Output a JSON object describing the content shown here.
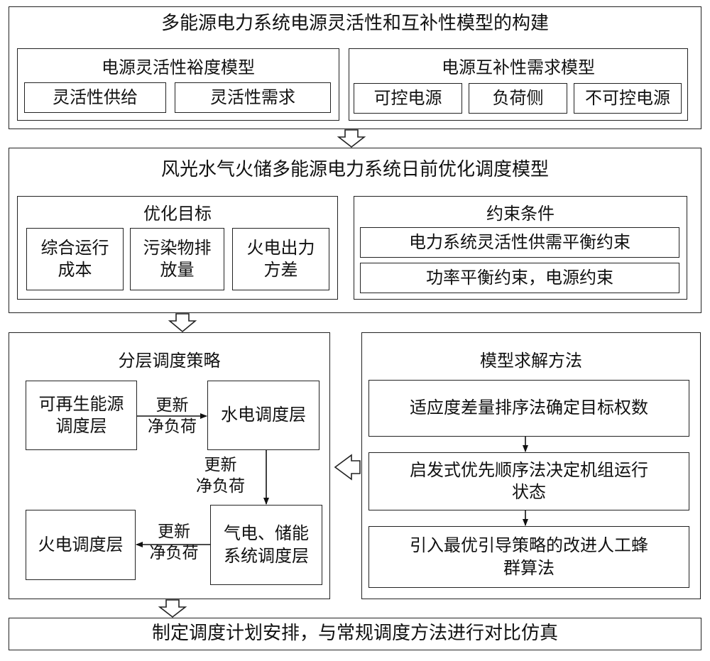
{
  "section1": {
    "title": "多能源电力系统电源灵活性和互补性模型的构建",
    "left": {
      "title": "电源灵活性裕度模型",
      "items": [
        "灵活性供给",
        "灵活性需求"
      ]
    },
    "right": {
      "title": "电源互补性需求模型",
      "items": [
        "可控电源",
        "负荷侧",
        "不可控电源"
      ]
    }
  },
  "section2": {
    "title": "风光水气火储多能源电力系统日前优化调度模型",
    "objectives": {
      "title": "优化目标",
      "items": [
        "综合运行\n成本",
        "污染物排\n放量",
        "火电出力\n方差"
      ]
    },
    "constraints": {
      "title": "约束条件",
      "items": [
        "电力系统灵活性供需平衡约束",
        "功率平衡约束，电源约束"
      ]
    }
  },
  "section3": {
    "strategy": {
      "title": "分层调度策略",
      "renewable": "可再生能源\n调度层",
      "hydro": "水电调度层",
      "gas_storage": "气电、储能\n系统调度层",
      "thermal": "火电调度层",
      "arrow_label_1": "更新\n净负荷",
      "arrow_label_2": "更新\n净负荷",
      "arrow_label_3": "更新\n净负荷"
    },
    "solution": {
      "title": "模型求解方法",
      "steps": [
        "适应度差量排序法确定目标权数",
        "启发式优先顺序法决定机组运行\n状态",
        "引入最优引导策略的改进人工蜂\n群算法"
      ]
    }
  },
  "section4": {
    "title": "制定调度计划安排，与常规调度方法进行对比仿真"
  }
}
